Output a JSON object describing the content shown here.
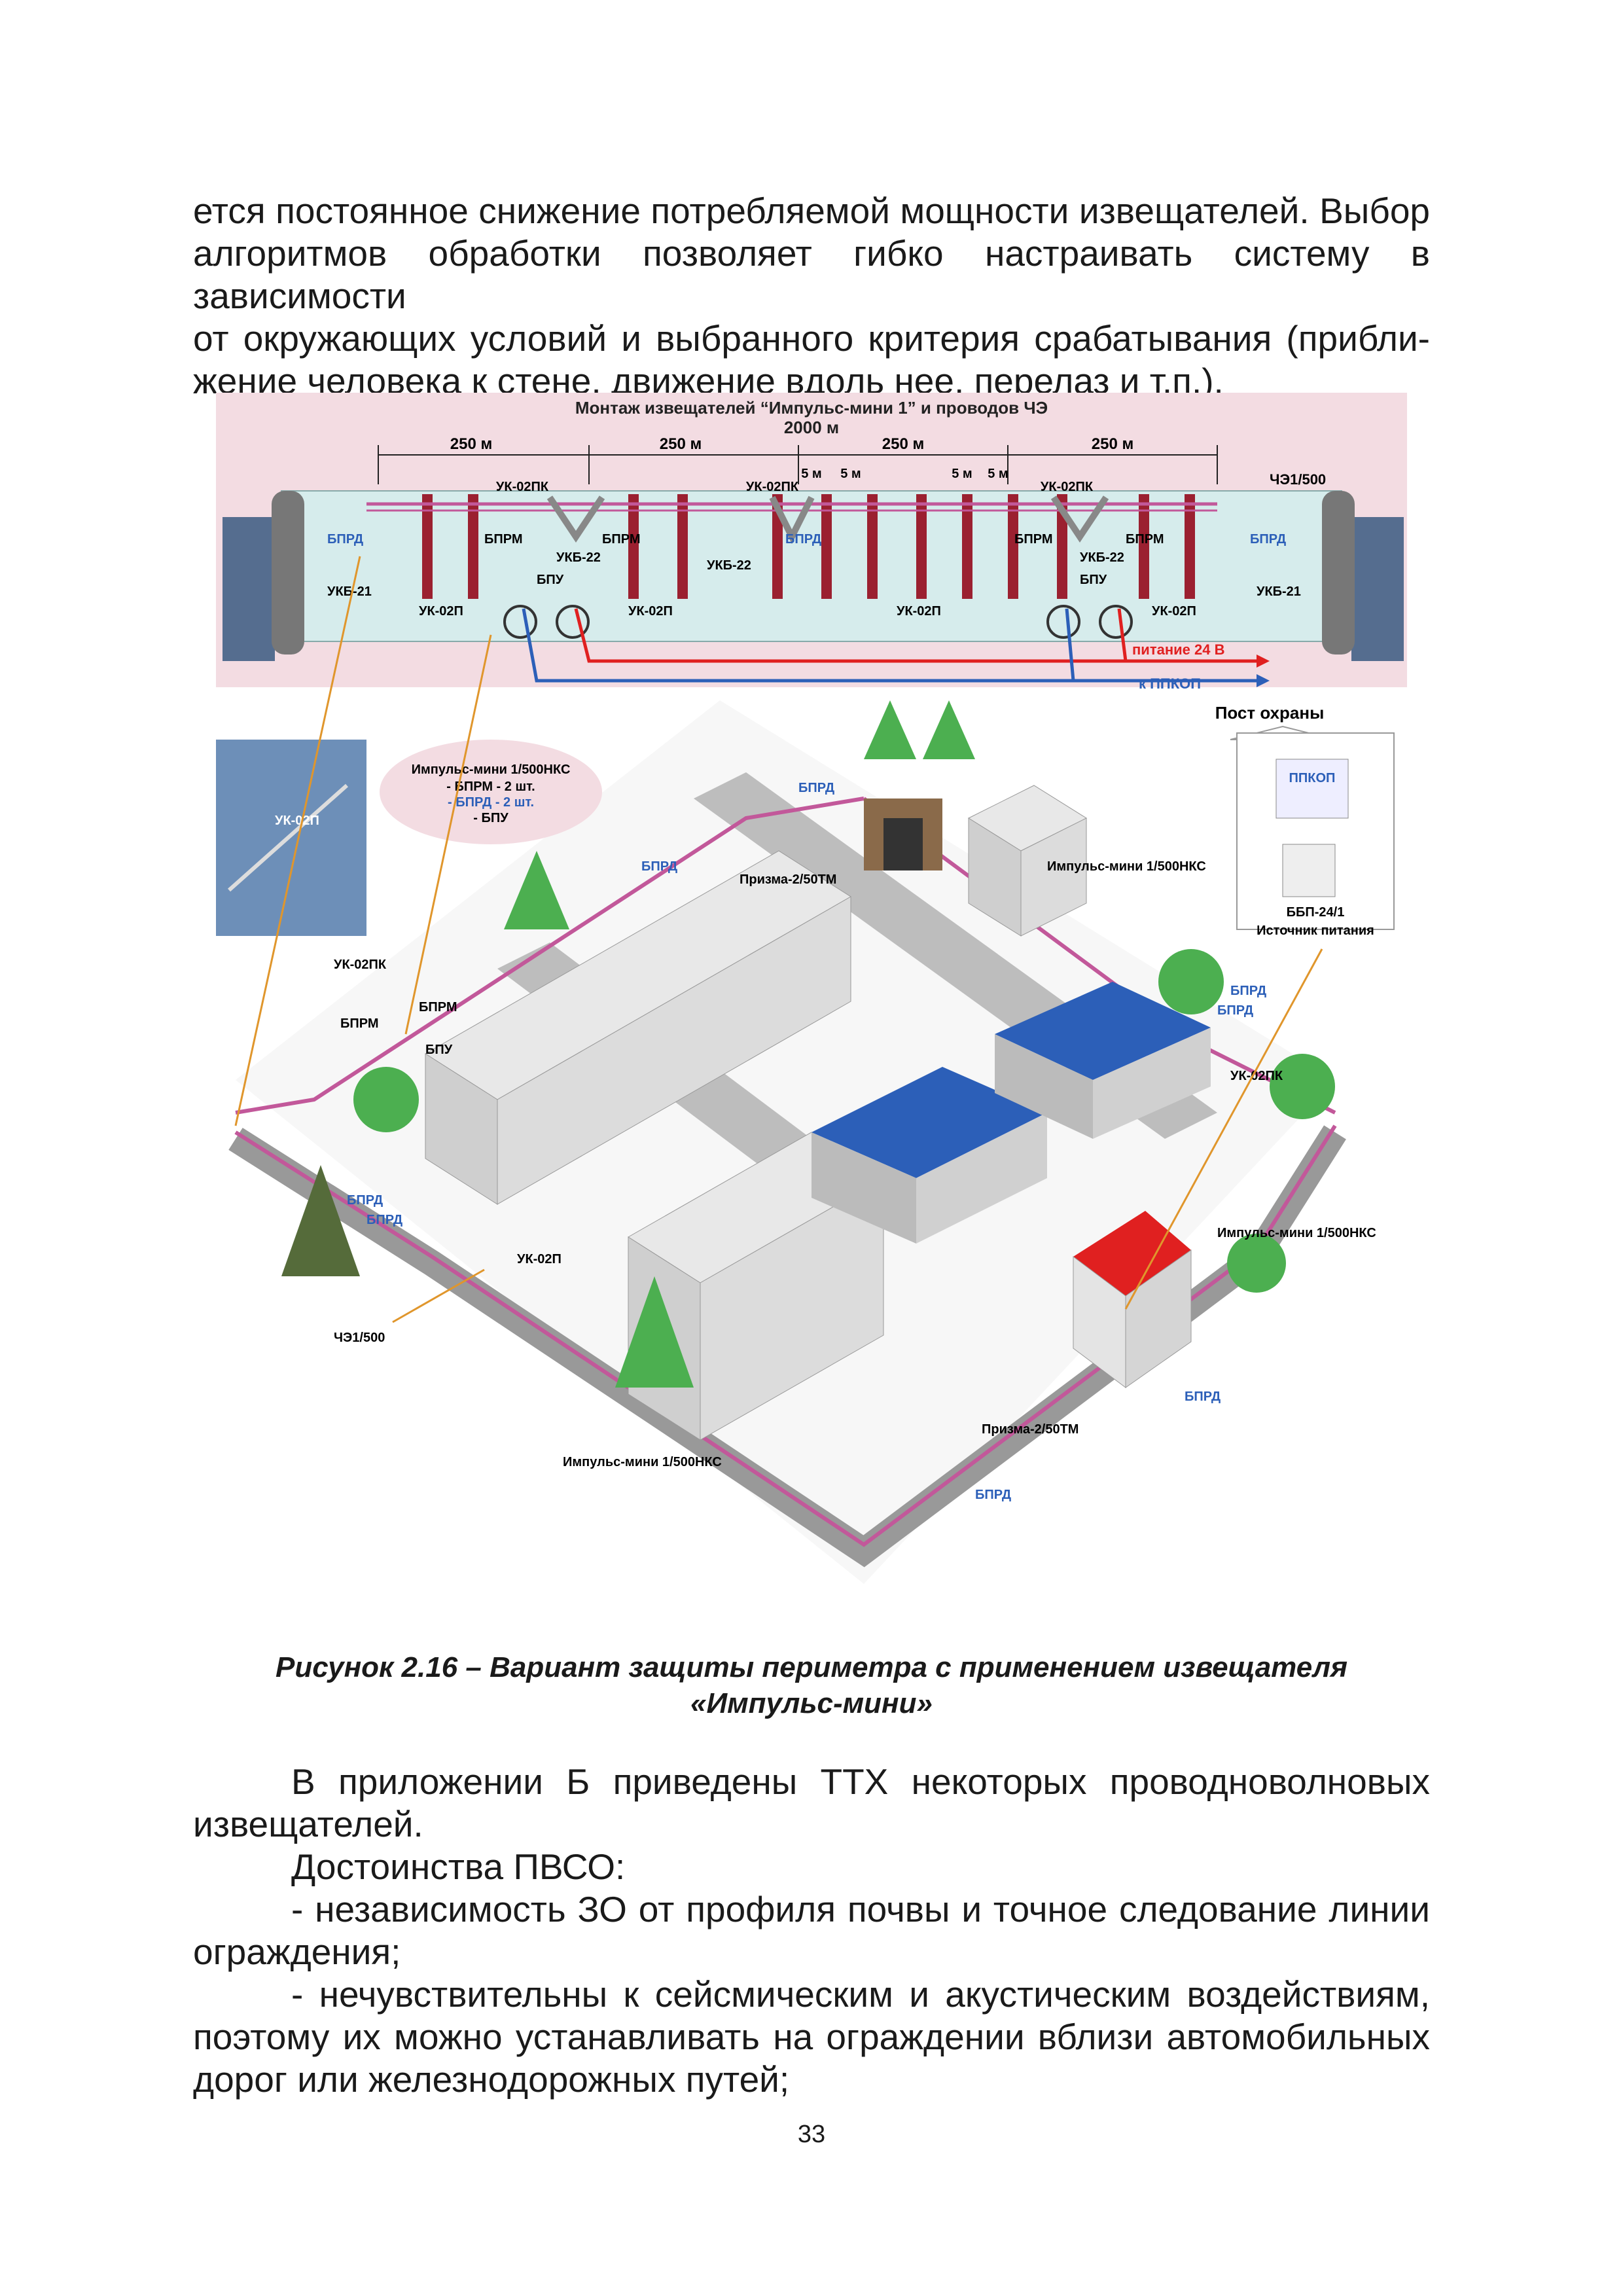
{
  "top_text": {
    "lines": [
      "ется постоянное снижение потребляемой мощности извещателей. Выбор",
      "алгоритмов обработки позволяет гибко настраивать систему в зависимости",
      "от окружающих условий и выбранного критерия срабатывания (прибли-",
      "жение человека к стене, движение вдоль нее, перелаз и т.п.)."
    ]
  },
  "figure": {
    "panel_title": "Монтаж извещателей “Импульс-мини 1” и проводов ЧЭ",
    "total_length": "2000 м",
    "segments": [
      "250 м",
      "250 м",
      "250 м",
      "250 м"
    ],
    "small_spacing": "5 м",
    "labels": {
      "uk02pk": "УК-02ПК",
      "uk02p": "УК-02П",
      "ukb21": "УКБ-21",
      "ukb22": "УКБ-22",
      "bprd": "БПРД",
      "bprm": "БПРМ",
      "bpu": "БПУ",
      "che1": "ЧЭ1/500",
      "power": "питание 24 В",
      "ppkop_link": "к ППКОП",
      "guard_post": "Пост охраны",
      "ppkop": "ППКОП",
      "bbp": "ББП-24/1",
      "power_source": "Источник питания",
      "impuls_nks": "Импульс-мини 1/500НКС",
      "prizma": "Призма-2/50ТМ"
    },
    "kit": {
      "title": "Импульс-мини 1/500НКС",
      "items": [
        "- БПРМ - 2 шт.",
        "- БПРД - 2 шт.",
        "- БПУ"
      ]
    },
    "colors": {
      "panel_bg": "#f3dce2",
      "post": "#9b2030",
      "wire": "#c2589a",
      "blue": "#2c5fb8",
      "red": "#e02020"
    }
  },
  "caption": {
    "line1": "Рисунок 2.16 – Вариант защиты периметра с применением извещателя",
    "line2": "«Импульс-мини»"
  },
  "body_text": {
    "p1_line1": "В приложении Б приведены ТТХ некоторых проводноволновых",
    "p1_line2": "извещателей.",
    "p2": "Достоинства ПВСО:",
    "p3_line1": "- независимость ЗО от профиля почвы и точное следование линии",
    "p3_line2": "ограждения;",
    "p4_line1": "- нечувствительны к сейсмическим и акустическим воздействиям,",
    "p4_line2": "поэтому их можно устанавливать на ограждении вблизи автомобильных",
    "p4_line3": "дорог или железнодорожных путей;"
  },
  "page_number": "33"
}
